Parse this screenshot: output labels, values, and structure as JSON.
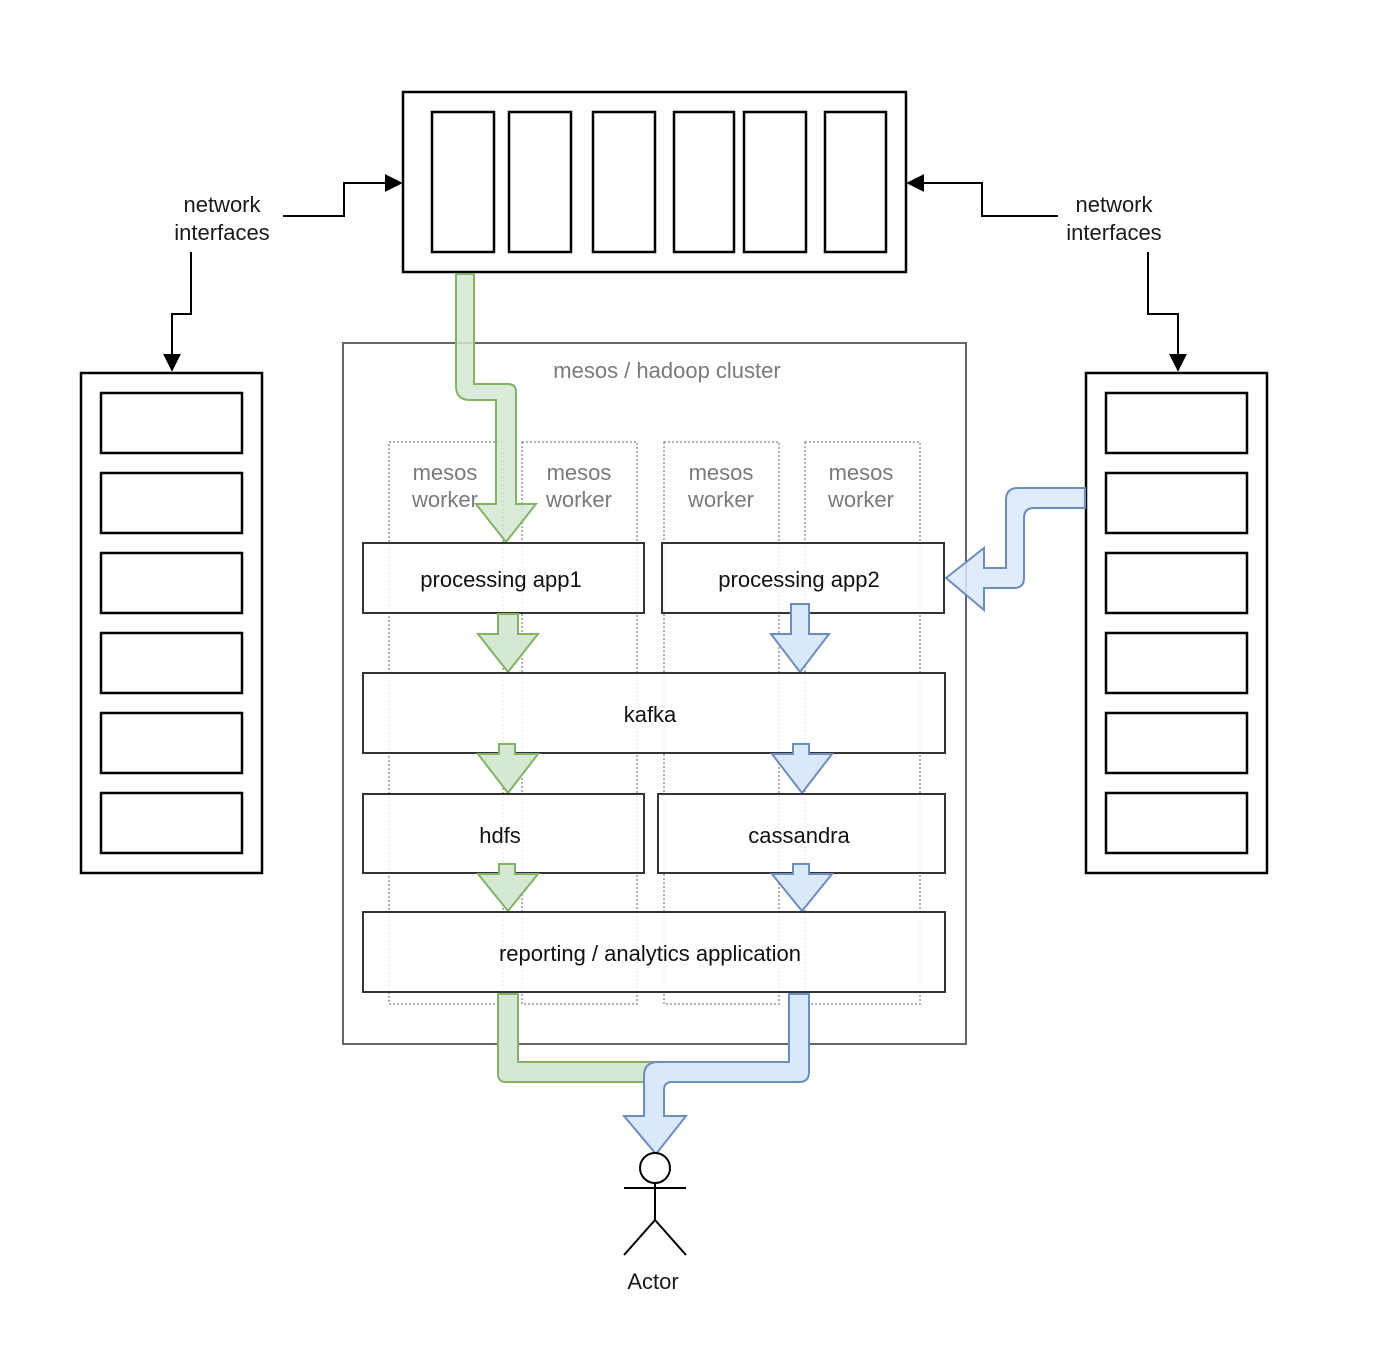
{
  "labels": {
    "network_interfaces_left_line1": "network",
    "network_interfaces_left_line2": "interfaces",
    "network_interfaces_right_line1": "network",
    "network_interfaces_right_line2": "interfaces",
    "cluster_title": "mesos / hadoop cluster",
    "worker_line1": "mesos",
    "worker_line2": "worker",
    "actor": "Actor"
  },
  "components": {
    "processing_app1": "processing app1",
    "processing_app2": "processing app2",
    "kafka": "kafka",
    "hdfs": "hdfs",
    "cassandra": "cassandra",
    "reporting": "reporting / analytics application"
  },
  "colors": {
    "green_fill": "#d5e8d4",
    "green_stroke": "#82b366",
    "blue_fill": "#dae8fc",
    "blue_stroke": "#6c8ebf",
    "box_stroke": "#000000",
    "cluster_stroke": "#666666",
    "worker_stroke": "#999999"
  }
}
